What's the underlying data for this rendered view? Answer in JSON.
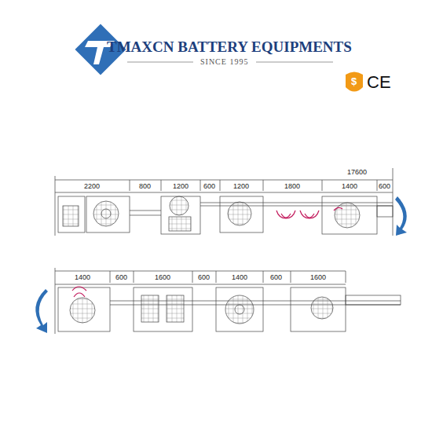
{
  "diagram": {
    "labels": [
      "TMAXCN BATTERY EQUIPMENTS",
      "SINCE 1995",
      "$",
      "CE",
      "17600",
      "2200",
      "800",
      "1200",
      "600",
      "1200",
      "1800",
      "1400",
      "600",
      "1400",
      "600",
      "1600",
      "600",
      "1400",
      "600",
      "1600"
    ]
  }
}
